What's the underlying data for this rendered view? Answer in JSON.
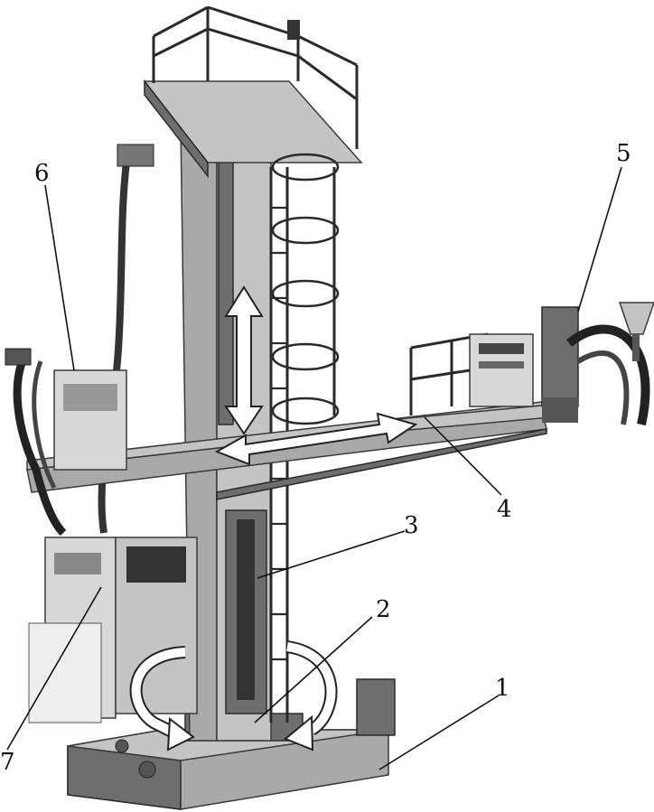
{
  "figure": {
    "callouts": [
      {
        "id": "1",
        "label": "1"
      },
      {
        "id": "2",
        "label": "2"
      },
      {
        "id": "3",
        "label": "3"
      },
      {
        "id": "4",
        "label": "4"
      },
      {
        "id": "5",
        "label": "5"
      },
      {
        "id": "6",
        "label": "6"
      },
      {
        "id": "7",
        "label": "7"
      }
    ]
  },
  "colors": {
    "background": "#ffffff",
    "steel": "#a9a9a9",
    "arrow": "#ffffff"
  }
}
